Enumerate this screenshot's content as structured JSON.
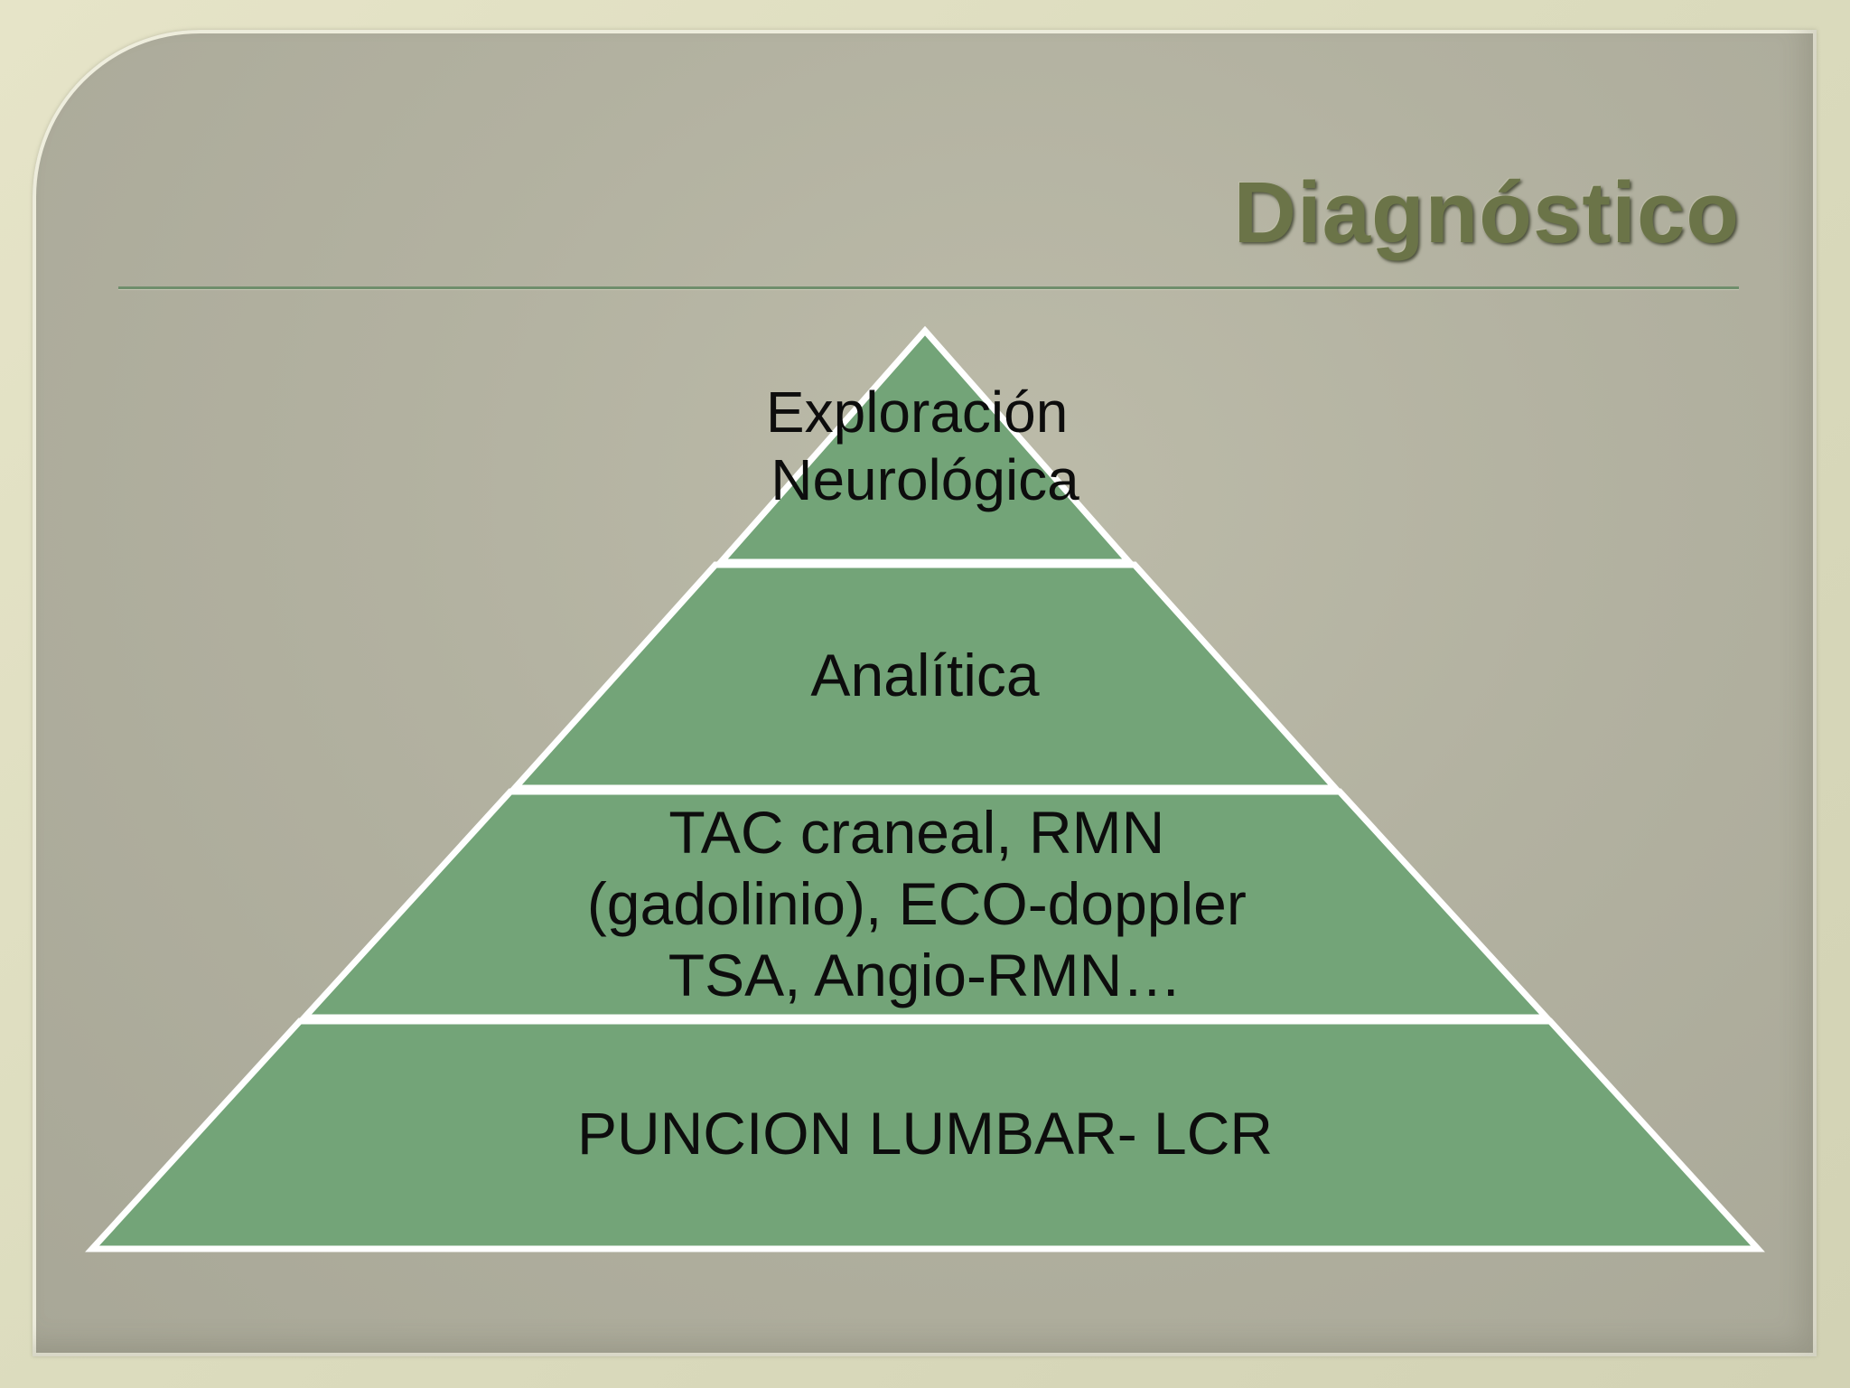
{
  "slide": {
    "title": "Diagnóstico"
  },
  "pyramid": {
    "fill_color": "#73a478",
    "stroke_color": "#ffffff",
    "tiers": [
      {
        "lines": [
          "Exploración",
          "Neurológica"
        ]
      },
      {
        "lines": [
          "Analítica"
        ]
      },
      {
        "lines": [
          "TAC craneal, RMN",
          "(gadolinio), ECO-doppler",
          "TSA, Angio-RMN…"
        ]
      },
      {
        "lines": [
          "PUNCION LUMBAR- LCR"
        ]
      }
    ]
  }
}
